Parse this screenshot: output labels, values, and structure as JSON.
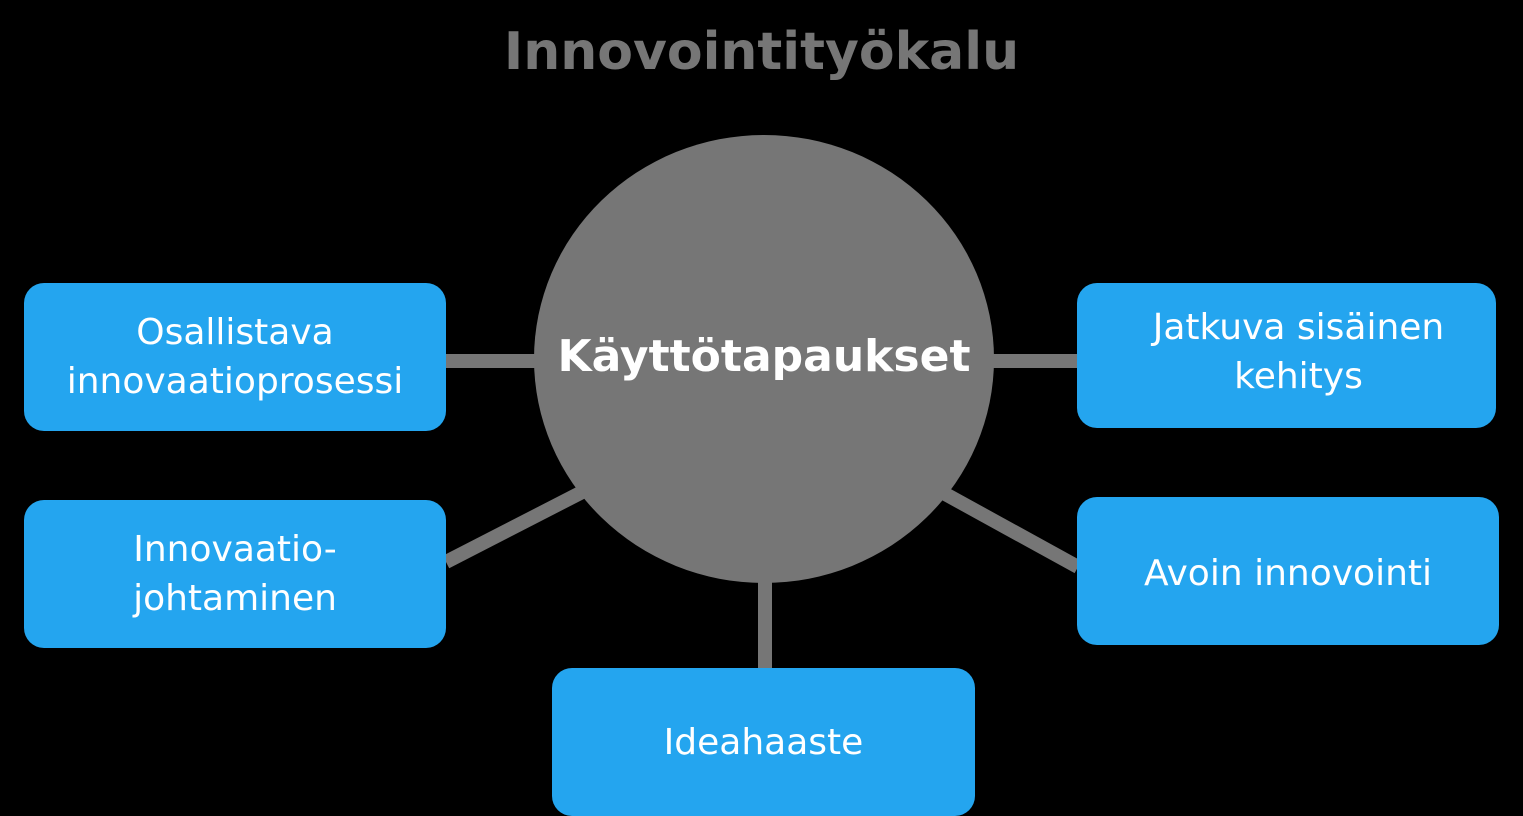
{
  "title": "Innovointityökalu",
  "hub": {
    "label": "Käyttötapaukset",
    "color": "#767676"
  },
  "node_color": "#24a5ef",
  "nodes": [
    {
      "id": "osallistava",
      "lines": [
        "Osallistava",
        "innovaatioprosessi"
      ]
    },
    {
      "id": "johtaminen",
      "lines": [
        "Innovaatio-",
        "johtaminen"
      ]
    },
    {
      "id": "ideahaaste",
      "lines": [
        "Ideahaaste"
      ]
    },
    {
      "id": "avoin",
      "lines": [
        "Avoin innovointi"
      ]
    },
    {
      "id": "jatkuva",
      "lines": [
        "Jatkuva sisäinen",
        "kehitys"
      ]
    }
  ]
}
